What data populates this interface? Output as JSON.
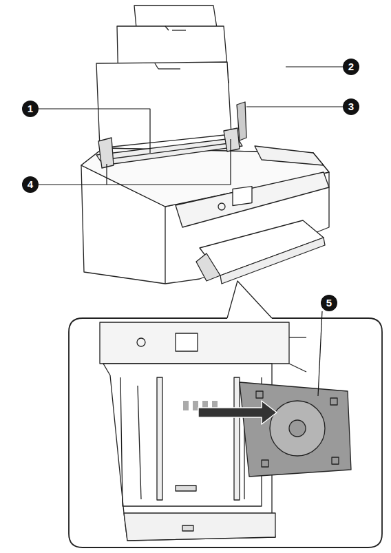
{
  "diagram": {
    "labels": [
      "2",
      "1",
      "3",
      "4",
      "5"
    ]
  }
}
